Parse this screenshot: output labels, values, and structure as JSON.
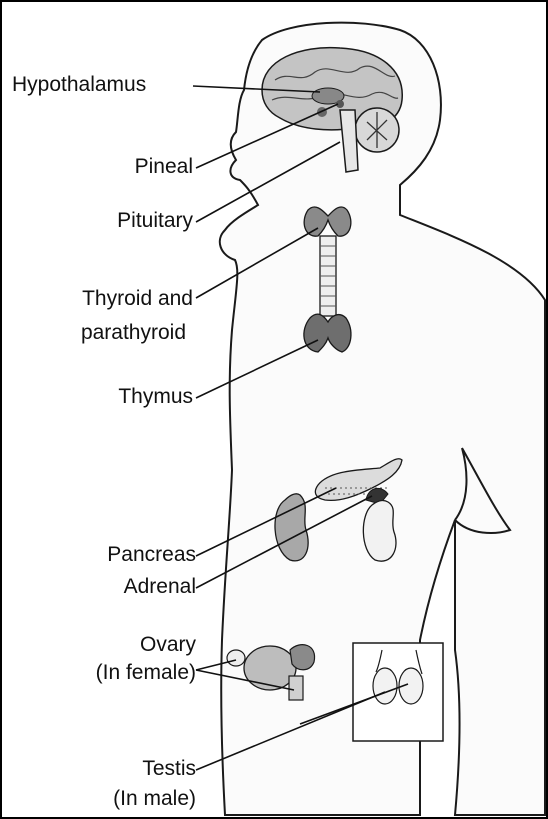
{
  "labels": {
    "hypothalamus": "Hypothalamus",
    "pineal": "Pineal",
    "pituitary": "Pituitary",
    "thyroid_line1": "Thyroid and",
    "thyroid_line2": "parathyroid",
    "thymus": "Thymus",
    "pancreas": "Pancreas",
    "adrenal": "Adrenal",
    "ovary_line1": "Ovary",
    "ovary_line2": "(In female)",
    "testis_line1": "Testis",
    "testis_line2": "(In male)"
  },
  "colors": {
    "outline": "#1a1a1a",
    "organ_fill": "#b8b8b8",
    "organ_dark": "#555555",
    "organ_light": "#e0e0e0"
  }
}
